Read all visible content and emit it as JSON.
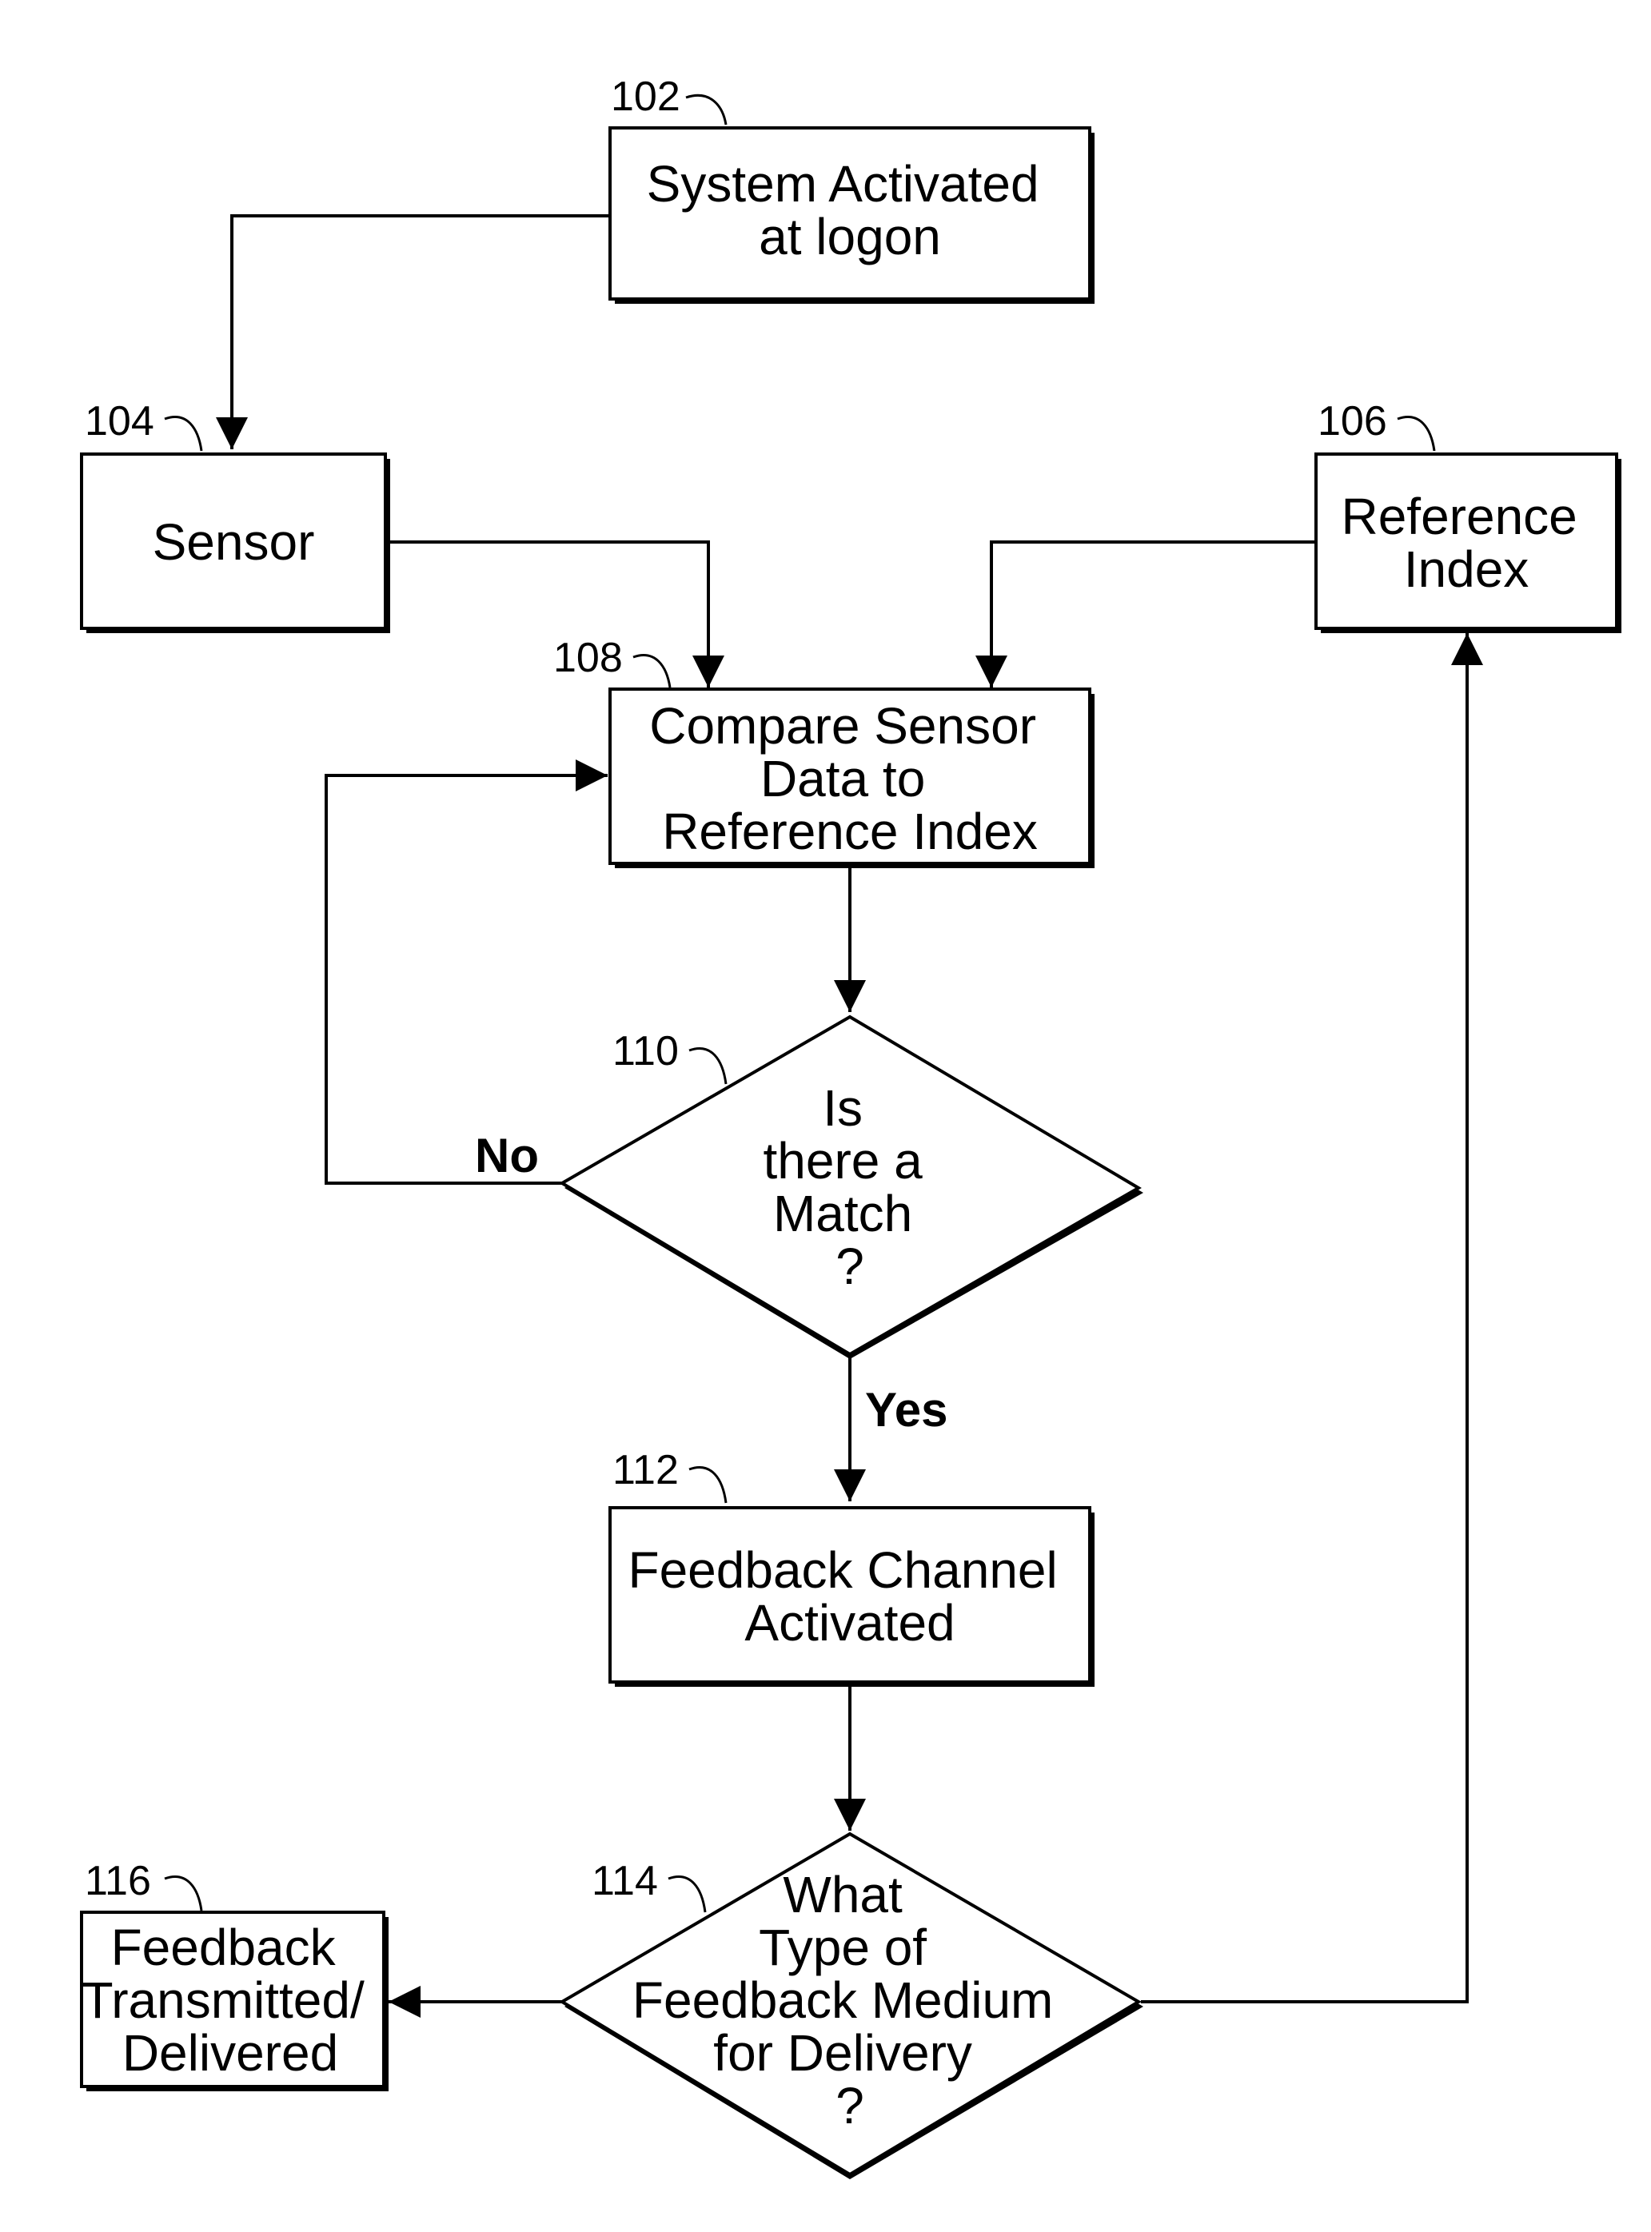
{
  "nodes": {
    "n102": {
      "ref": "102",
      "lines": [
        "System Activated",
        "at logon"
      ]
    },
    "n104": {
      "ref": "104",
      "lines": [
        "Sensor"
      ]
    },
    "n106": {
      "ref": "106",
      "lines": [
        "Reference",
        "Index"
      ]
    },
    "n108": {
      "ref": "108",
      "lines": [
        "Compare Sensor",
        "Data to",
        "Reference Index"
      ]
    },
    "n110": {
      "ref": "110",
      "lines": [
        "Is",
        "there a",
        "Match",
        "?"
      ]
    },
    "n112": {
      "ref": "112",
      "lines": [
        "Feedback Channel",
        "Activated"
      ]
    },
    "n114": {
      "ref": "114",
      "lines": [
        "What",
        "Type of",
        "Feedback Medium",
        "for Delivery",
        "?"
      ]
    },
    "n116": {
      "ref": "116",
      "lines": [
        "Feedback",
        "Transmitted/",
        "Delivered"
      ]
    }
  },
  "edge_labels": {
    "no": "No",
    "yes": "Yes"
  }
}
